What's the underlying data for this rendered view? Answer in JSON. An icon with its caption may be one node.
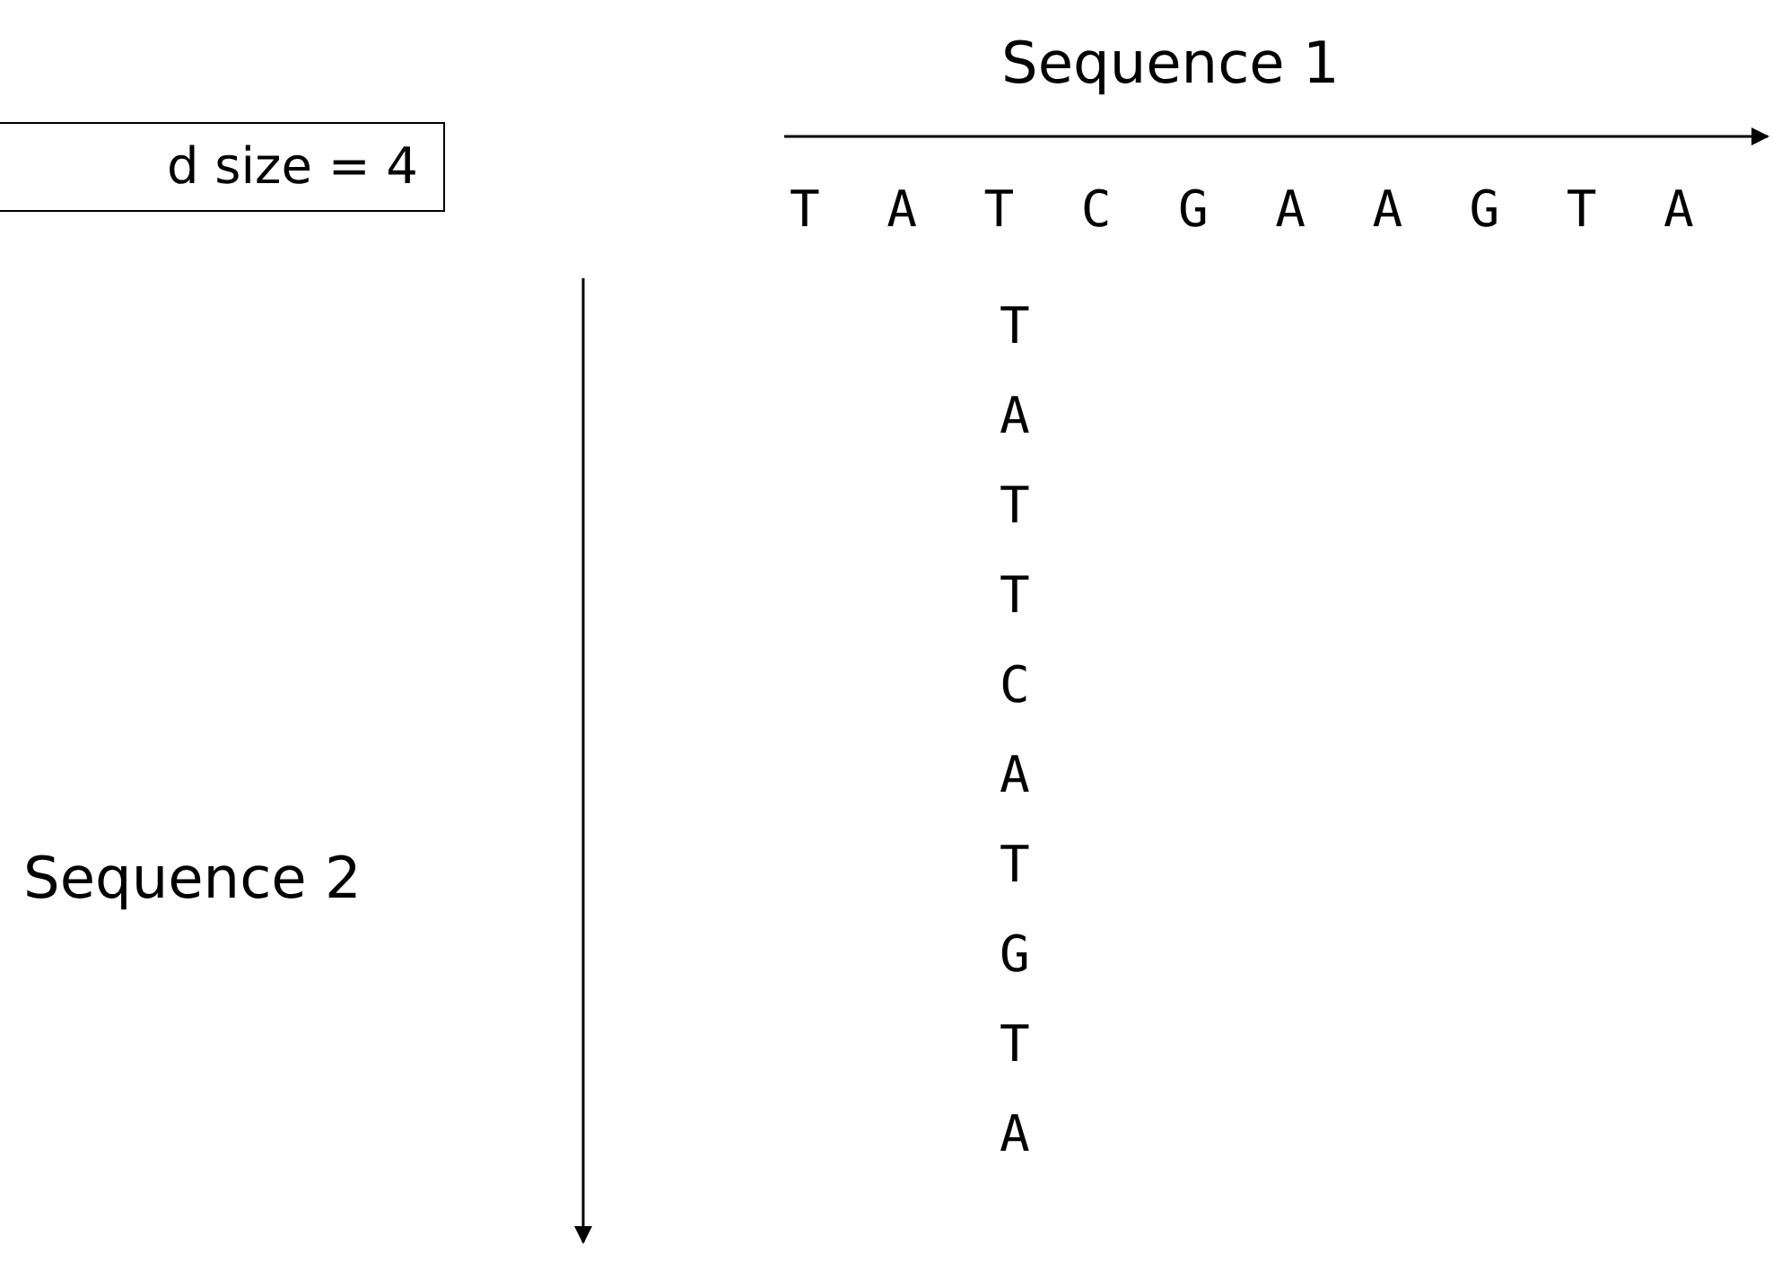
{
  "diagram": {
    "nodes": [
      {
        "text": [
          "d size = 4"
        ]
      }
    ],
    "edges": [],
    "labels": [
      "Sequence 1",
      "T A T C G A A G T A",
      "T",
      "A",
      "T",
      "T",
      "Sequence 2",
      "C",
      "A",
      "T",
      "G",
      "T",
      "A"
    ]
  }
}
